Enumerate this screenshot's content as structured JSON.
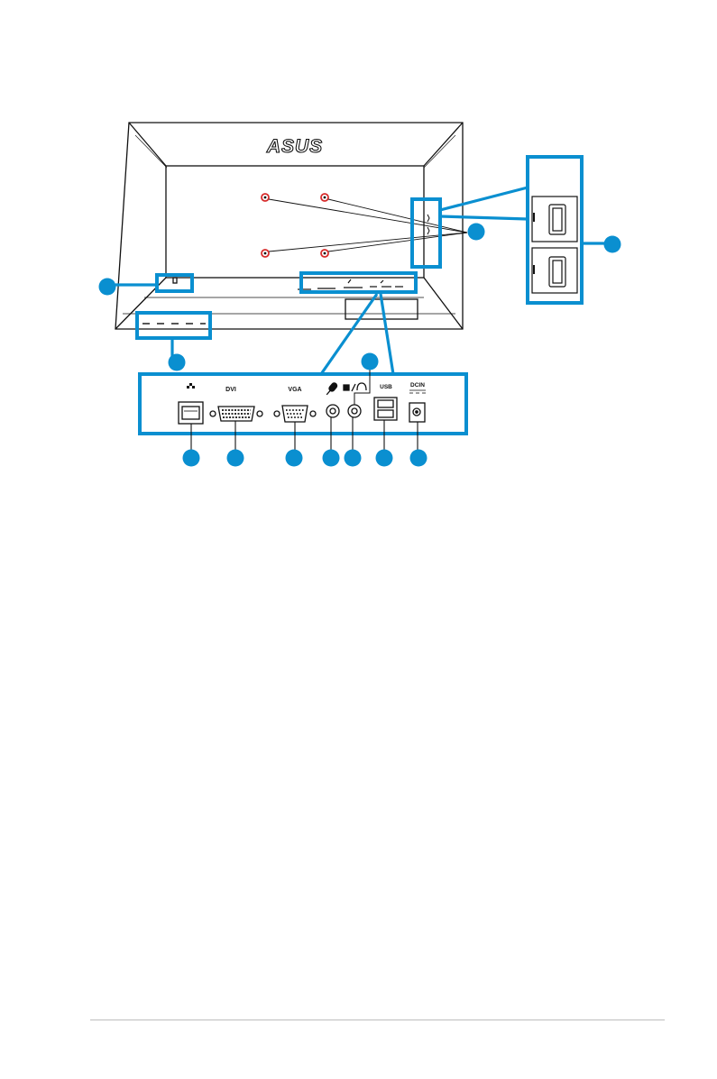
{
  "brand": "ASUS",
  "colors": {
    "callout": "#0a8fd0",
    "screw_marker": "#d62b2b",
    "outline": "#111111"
  },
  "port_labels": {
    "dvi": "DVI",
    "vga": "VGA",
    "usb": "USB",
    "dc_in": "DCIN"
  },
  "icons": {
    "lan": "network-icon",
    "mic": "microphone-icon",
    "line_out": "line-out-headphone-icon"
  }
}
